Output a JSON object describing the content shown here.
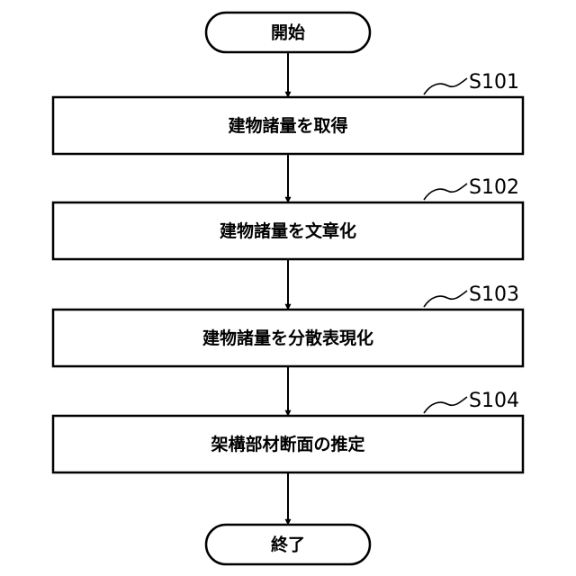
{
  "start": {
    "label": "開始"
  },
  "steps": [
    {
      "id": "S101",
      "label": "建物諸量を取得"
    },
    {
      "id": "S102",
      "label": "建物諸量を文章化"
    },
    {
      "id": "S103",
      "label": "建物諸量を分散表現化"
    },
    {
      "id": "S104",
      "label": "架構部材断面の推定"
    }
  ],
  "end": {
    "label": "終了"
  },
  "colors": {
    "line": "#000000",
    "background": "#ffffff"
  }
}
